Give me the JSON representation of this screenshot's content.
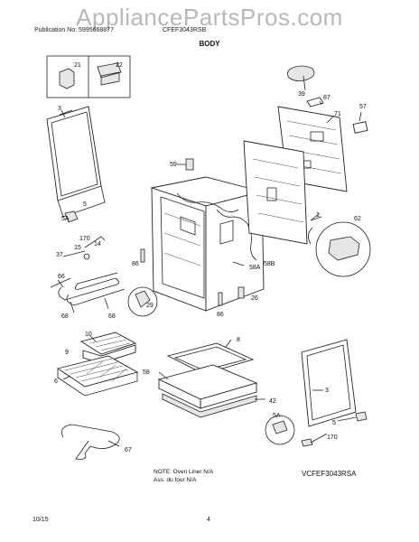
{
  "header": {
    "watermark": "AppliancePartsPros.com",
    "publication": "Publication No: 5995668877",
    "model": "CFEF3043RSB",
    "section_title": "BODY"
  },
  "callouts": {
    "c21": "21",
    "c22": "22",
    "c39": "39",
    "c87a": "87",
    "c71": "71",
    "c57": "57",
    "c3a": "3",
    "c59": "59",
    "c5a": "5",
    "c5Aa": "5A",
    "c170a": "170",
    "c14": "14",
    "c37": "37",
    "c15": "15",
    "c86a": "86",
    "c1": "1",
    "c62": "62",
    "c58A": "58A",
    "c58B": "58B",
    "c66": "66",
    "c29": "29",
    "c26": "26",
    "c86b": "86",
    "c68a": "68",
    "c68b": "68",
    "c10": "10",
    "c9": "9",
    "c8": "8",
    "c6": "6",
    "c58": "58",
    "c42": "42",
    "c3b": "3",
    "c5Ab": "5A",
    "c5b": "5",
    "c170b": "170",
    "c67": "67"
  },
  "footer": {
    "note_line1": "NOTE: Oven Liner N/A",
    "note_line2": "Ass. du four N/A",
    "drawing_id": "VCFEF3043RSA",
    "date": "10/15",
    "page": "4"
  }
}
